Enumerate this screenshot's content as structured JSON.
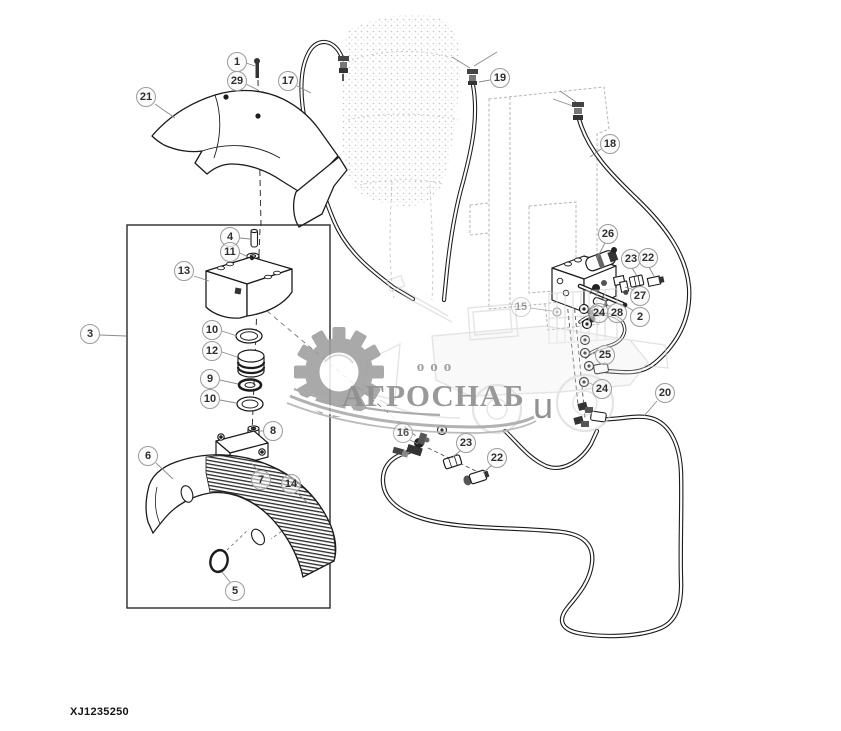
{
  "drawing_id": "XJ1235250",
  "watermark": {
    "org_type": "ооо",
    "company": "АГРОСНАБ",
    "domain_letter": "u",
    "gray": "#9e9e9e",
    "light_gray": "#d2d2d2"
  },
  "line_color": "#1c1c1c",
  "callouts": {
    "k1": "1",
    "k29": "29",
    "k21": "21",
    "k17": "17",
    "k19": "19",
    "k18": "18",
    "k26": "26",
    "k23a": "23",
    "k22a": "22",
    "k27": "27",
    "k24a": "24",
    "k28": "28",
    "k2": "2",
    "k15": "15",
    "k25": "25",
    "k24b": "24",
    "k20": "20",
    "k16": "16",
    "k23b": "23",
    "k22b": "22",
    "k3": "3",
    "k4": "4",
    "k11": "11",
    "k13": "13",
    "k10a": "10",
    "k12": "12",
    "k9": "9",
    "k10b": "10",
    "k6": "6",
    "k8": "8",
    "k7": "7",
    "k14": "14",
    "k5": "5"
  }
}
